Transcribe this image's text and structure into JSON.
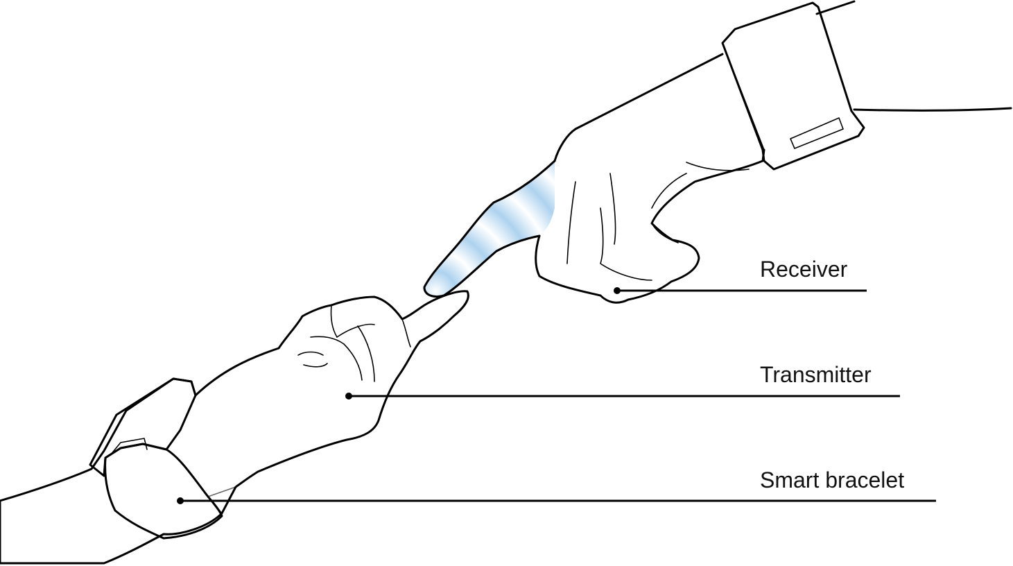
{
  "labels": {
    "receiver": "Receiver",
    "transmitter": "Transmitter",
    "smart_bracelet": "Smart bracelet"
  },
  "colors": {
    "transmitter_wave": "#7e57b6",
    "bracelet_wave": "#ee2b2b",
    "receiver_wave": "#9ec8e8",
    "outline": "#000000"
  }
}
